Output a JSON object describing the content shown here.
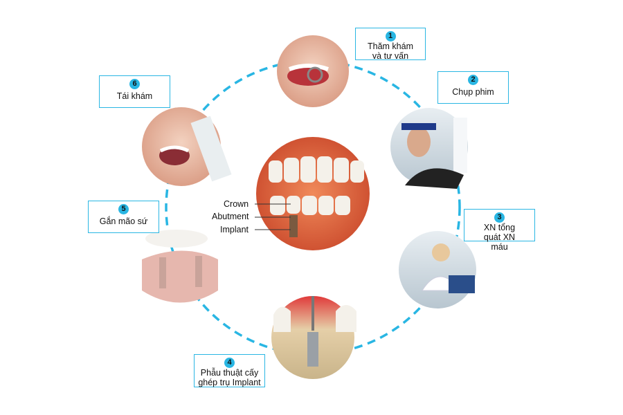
{
  "steps": [
    {
      "number": "1",
      "label": "Thăm khám và tư vấn"
    },
    {
      "number": "2",
      "label": "Chụp phim"
    },
    {
      "number": "3",
      "label": "XN tổng quát XN máu"
    },
    {
      "number": "4",
      "label": "Phẫu thuật cấy ghép trụ Implant"
    },
    {
      "number": "5",
      "label": "Gắn mão sứ"
    },
    {
      "number": "6",
      "label": "Tái khám"
    }
  ],
  "center": {
    "labels": [
      "Crown",
      "Abutment",
      "Implant"
    ]
  },
  "colors": {
    "accent": "#29b6e3",
    "gum": "#d9573a",
    "tooth": "#f4f1ea"
  }
}
